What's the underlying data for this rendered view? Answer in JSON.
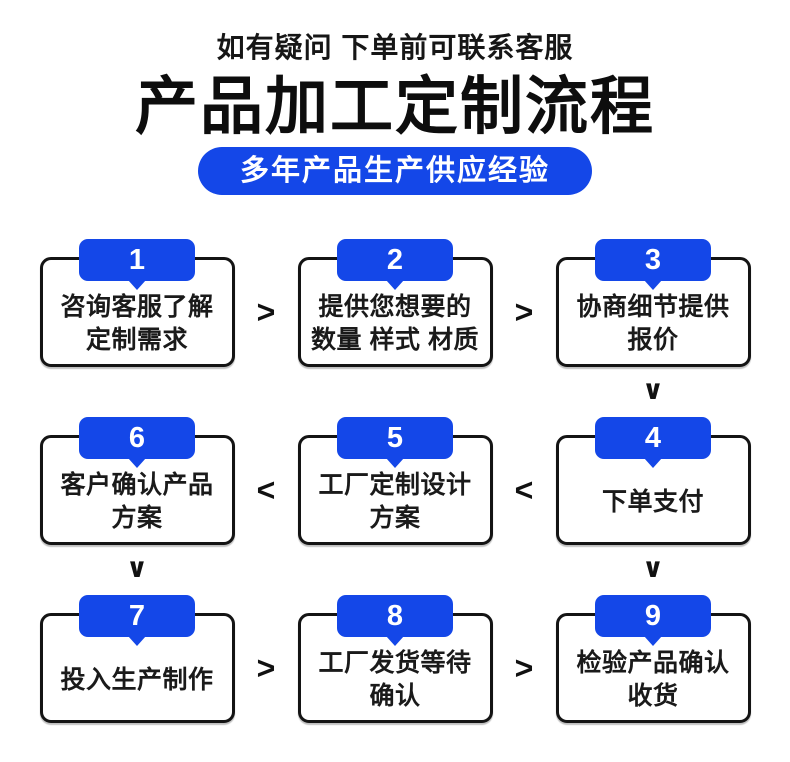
{
  "header": {
    "top_note": "如有疑问 下单前可联系客服",
    "title": "产品加工定制流程",
    "subtitle_pill": "多年产品生产供应经验"
  },
  "colors": {
    "accent_blue": "#1447e8",
    "box_border": "#141414",
    "text": "#1a1a1a",
    "badge_text": "#ffffff",
    "divider": "#c3c3c3",
    "background": "#ffffff"
  },
  "flow": {
    "right_arrow": ">",
    "left_arrow": "<",
    "down_arrow": "∨",
    "steps": [
      {
        "number": "1",
        "label": "咨询客服了解\n定制需求"
      },
      {
        "number": "2",
        "label": "提供您想要的\n数量 样式 材质"
      },
      {
        "number": "3",
        "label": "协商细节提供\n报价"
      },
      {
        "number": "4",
        "label": "下单支付"
      },
      {
        "number": "5",
        "label": "工厂定制设计\n方案"
      },
      {
        "number": "6",
        "label": "客户确认产品\n方案"
      },
      {
        "number": "7",
        "label": "投入生产制作"
      },
      {
        "number": "8",
        "label": "工厂发货等待\n确认"
      },
      {
        "number": "9",
        "label": "检验产品确认\n收货"
      }
    ]
  }
}
